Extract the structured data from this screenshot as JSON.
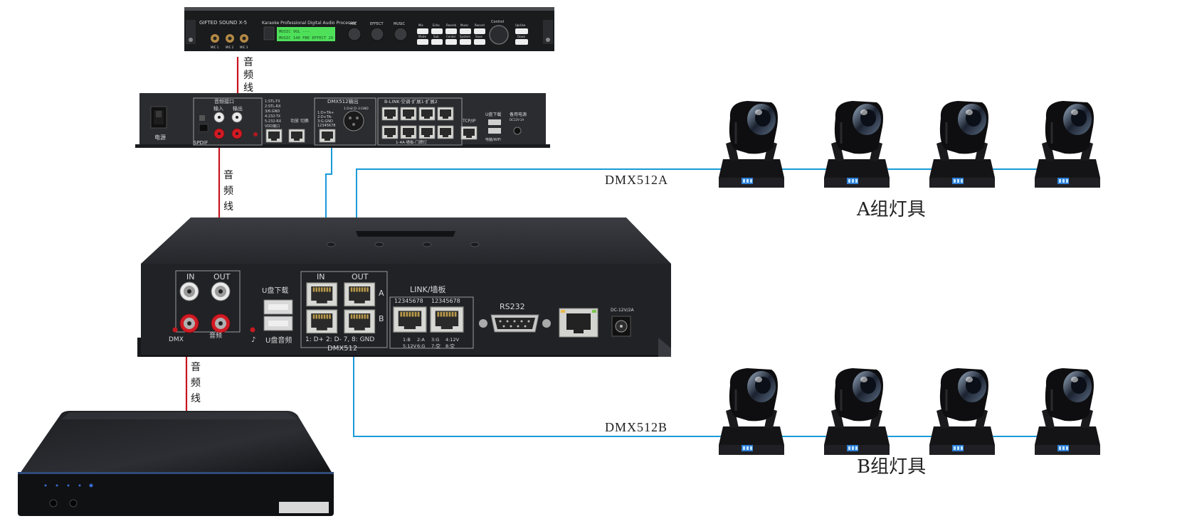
{
  "labels": {
    "audio_line_vertical_chars": [
      "音",
      "频",
      "线"
    ],
    "dmx_a": "DMX512A",
    "dmx_b": "DMX512B",
    "group_a": "A组灯具",
    "group_b": "B组灯具"
  },
  "processor": {
    "brand": "GIFTED SOUND X-5",
    "model_line": "Karaoke Professional Digital Audio Processor",
    "display_lines": [
      "MUSIC VOL  ---",
      "MUSIC 140  FBE  EFFECT 20"
    ],
    "knob_labels": [
      "MIC",
      "EFFECT",
      "MUSIC"
    ],
    "button_labels": [
      "Mic",
      "Echo",
      "Reverb",
      "Music",
      "Record",
      "Mode",
      "Sub",
      "Center",
      "System",
      "Save"
    ],
    "control_label": "Control",
    "updown_labels": [
      "Up/Use",
      "Down"
    ],
    "mic_labels": [
      "MIC 1",
      "MIC 2",
      "MIC 3"
    ]
  },
  "controller1": {
    "power_label": "电源",
    "spdif_label": "SPDIF",
    "audio_group_label": "音频接口",
    "in_label": "输入",
    "out_label": "输出",
    "pin_text": [
      "1:STL-TX",
      "2:STL-RX",
      "3/6:GND",
      "4:232-TX",
      "5:232-RX",
      "VDD接口"
    ],
    "switch_label": "功放 切换",
    "dmx_out_label": "DMX512输出",
    "dmx_pin_text": [
      "1:D+",
      "2:D-",
      "3:GND"
    ],
    "dmx_pin_left": [
      "1:D+TA+",
      "2:D+TA-",
      "3:G.GND",
      "12345678"
    ],
    "link_label": "B-LINK·空调·扩展1·扩展2",
    "link_bottom": "1-4A·墙板·门牌灯",
    "tcp_label": "TCP/IP",
    "usb_label": "U盘下载",
    "usb_bottom": "电脑/WiFi",
    "power_in_label": "备用电源",
    "power_in_sub": "DC12V-1A"
  },
  "controller2": {
    "in_label": "IN",
    "out_label": "OUT",
    "audio_label": "音频",
    "dmx_label": "DMX",
    "usb_download": "U盘下载",
    "usb_audio": "U盘音频",
    "dmx_in": "IN",
    "dmx_out": "OUT",
    "port_a": "A",
    "port_b": "B",
    "dmx_pins": "1: D+  2: D-  7, 8: GND",
    "dmx_title": "DMX512",
    "link_label": "LINK/墙板",
    "link_nums": [
      "12345678",
      "12345678"
    ],
    "link_pins": [
      "1:B",
      "2:A",
      "3:G",
      "4:12V",
      "5:12V",
      "6:G",
      "7:空",
      "8:空"
    ],
    "rs232_label": "RS232",
    "power_label": "DC-12V/2A"
  },
  "colors": {
    "audio_cable": "#c8141e",
    "dmx_cable": "#1a9ad8",
    "device_dark": "#2b2d31",
    "device_panel": "#1c1d20",
    "lcd_green": "#4fe05a",
    "label_text": "#222222"
  },
  "icons": [
    "power-switch-icon",
    "rca-jack-icon",
    "rj45-port-icon",
    "usb-port-icon",
    "db9-port-icon",
    "dc-jack-icon",
    "moving-head-light-icon",
    "knob-icon"
  ]
}
